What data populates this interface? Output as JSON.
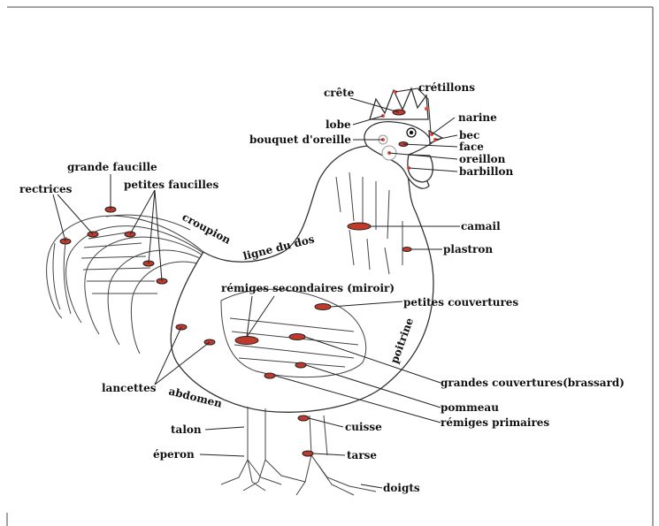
{
  "labels": {
    "crete": "crête",
    "cretillons": "crétillons",
    "lobe": "lobe",
    "narine": "narine",
    "bouquet": "bouquet d'oreille",
    "bec": "bec",
    "face": "face",
    "oreillon": "oreillon",
    "barbillon": "barbillon",
    "grande_faucille": "grande faucille",
    "rectrices": "rectrices",
    "petites_faucilles": "petites faucilles",
    "croupion": "croupion",
    "ligne_du_dos": "ligne du dos",
    "camail": "camail",
    "plastron": "plastron",
    "remiges_secondaires": "rémiges secondaires (miroir)",
    "petites_couvertures": "petites couvertures",
    "poitrine": "poitrine",
    "lancettes": "lancettes",
    "abdomen": "abdomen",
    "grandes_couvertures": "grandes couvertures(brassard)",
    "pommeau": "pommeau",
    "remiges_primaires": "rémiges primaires",
    "talon": "talon",
    "cuisse": "cuisse",
    "eperon": "éperon",
    "tarse": "tarse",
    "doigts": "doigts"
  },
  "colors": {
    "marker": "#c0392b",
    "dot": "#e74c3c",
    "ink": "#111111"
  }
}
